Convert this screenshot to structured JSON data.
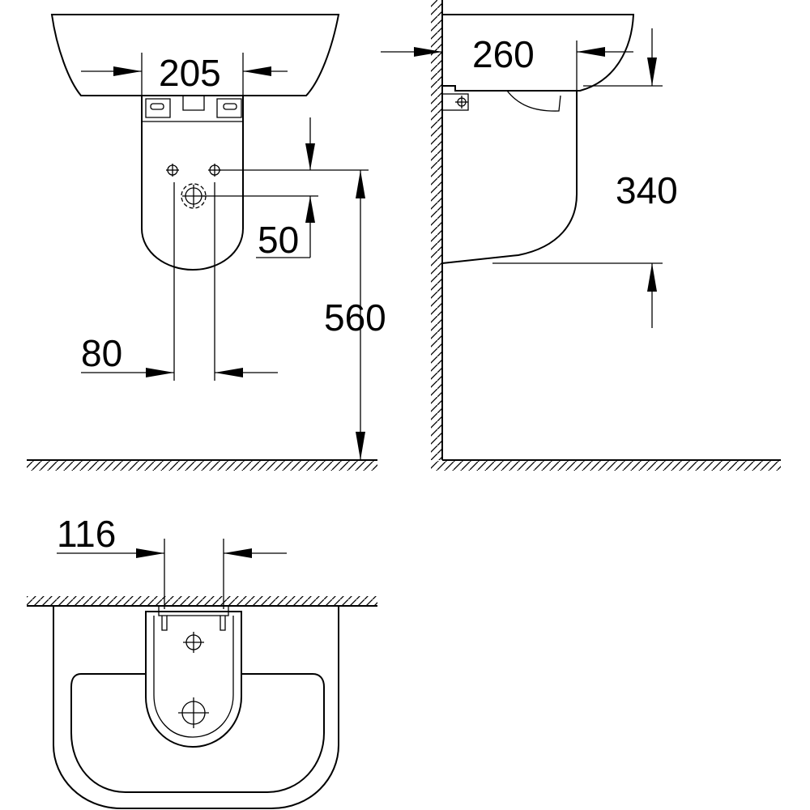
{
  "dimensions": {
    "front_width": "205",
    "hole_spacing": "80",
    "hole_offset": "50",
    "floor_height": "560",
    "projection": "260",
    "pedestal_height": "340",
    "top_width": "116"
  }
}
